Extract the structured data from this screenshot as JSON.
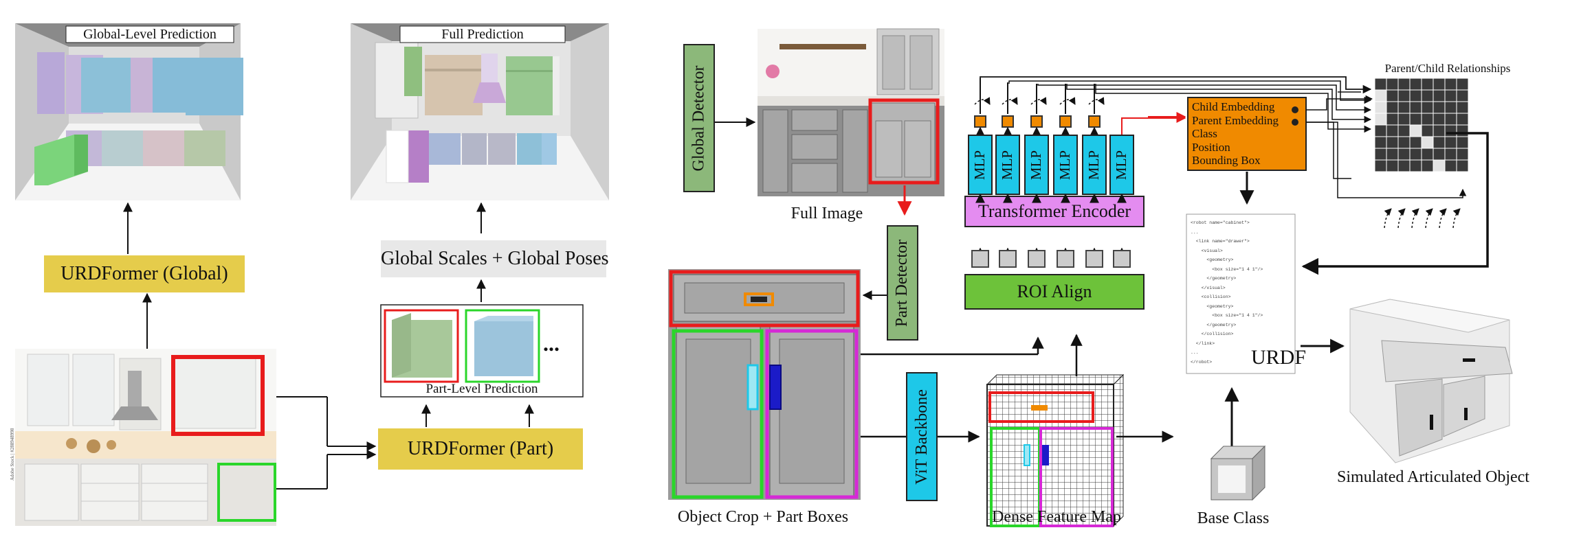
{
  "left_panel": {
    "global_prediction_title": "Global-Level Prediction",
    "full_prediction_title": "Full Prediction",
    "urdformer_global": "URDFormer (Global)",
    "global_scales_poses": "Global Scales + Global Poses",
    "part_level_prediction": "Part-Level Prediction",
    "urdformer_part": "URDFormer (Part)",
    "ellipsis": "...",
    "watermark": "Adobe Stock | #288948998"
  },
  "right_panel": {
    "global_detector": "Global Detector",
    "full_image": "Full Image",
    "part_detector": "Part Detector",
    "object_crop": "Object Crop + Part Boxes",
    "vit_backbone": "ViT Backbone",
    "dense_feature_map": "Dense Feature Map",
    "roi_align": "ROI Align",
    "transformer_encoder": "Transformer Encoder",
    "mlp_labels": [
      "MLP",
      "MLP",
      "MLP",
      "MLP",
      "MLP",
      "MLP"
    ],
    "output_fields": [
      "Child Embedding",
      "Parent Embedding",
      "Class",
      "Position",
      "Bounding Box"
    ],
    "parent_child_title": "Parent/Child Relationships",
    "urdf_label": "URDF",
    "urdf_code": [
      "<robot name=\"cabinet\">",
      "...",
      "  <link name=\"drawer\">",
      "    <visual>",
      "      <geometry>",
      "        <box size=\"1 4 1\"/>",
      "      </geometry>",
      "    </visual>",
      "    <collision>",
      "      <geometry>",
      "        <box size=\"1 4 1\"/>",
      "      </geometry>",
      "    </collision>",
      "  </link>",
      "...",
      "</robot>"
    ],
    "base_class": "Base Class",
    "simulated_object": "Simulated Articulated Object"
  },
  "colors": {
    "urdformer_yellow": "#e5cc4b",
    "detector_green": "#8cb87a",
    "mlp_cyan": "#1ec8e8",
    "transformer_violet": "#e48cf0",
    "roi_green": "#6dc23a",
    "output_orange": "#f08a00",
    "box_red": "#e81c1c",
    "box_green": "#2ad62a",
    "box_magenta": "#d629d6",
    "box_blue": "#1b1bc8"
  }
}
